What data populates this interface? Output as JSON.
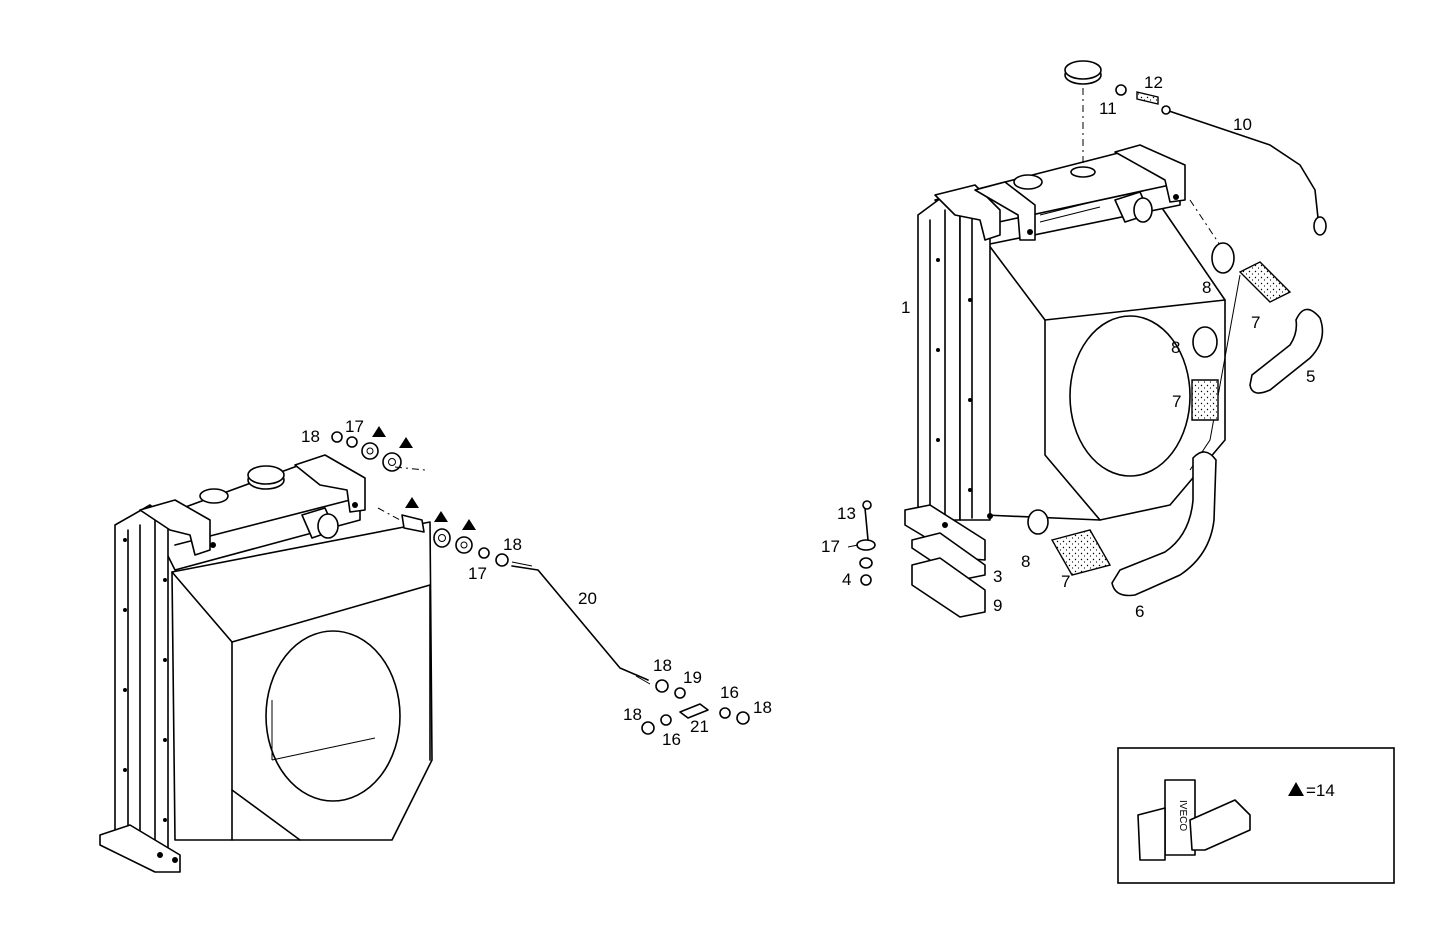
{
  "diagram": {
    "legend": {
      "symbol": "▲",
      "text": "=14"
    },
    "inset_brand_text": "IVECO",
    "callouts": [
      {
        "id": "c1",
        "text": "1"
      },
      {
        "id": "c3",
        "text": "3"
      },
      {
        "id": "c4",
        "text": "4"
      },
      {
        "id": "c5",
        "text": "5"
      },
      {
        "id": "c6",
        "text": "6"
      },
      {
        "id": "c7a",
        "text": "7"
      },
      {
        "id": "c7b",
        "text": "7"
      },
      {
        "id": "c7c",
        "text": "7"
      },
      {
        "id": "c8a",
        "text": "8"
      },
      {
        "id": "c8b",
        "text": "8"
      },
      {
        "id": "c8c",
        "text": "8"
      },
      {
        "id": "c9",
        "text": "9"
      },
      {
        "id": "c10",
        "text": "10"
      },
      {
        "id": "c11",
        "text": "11"
      },
      {
        "id": "c12",
        "text": "12"
      },
      {
        "id": "c13",
        "text": "13"
      },
      {
        "id": "c17r",
        "text": "17"
      },
      {
        "id": "c18a",
        "text": "18"
      },
      {
        "id": "c17a",
        "text": "17"
      },
      {
        "id": "c18b",
        "text": "18"
      },
      {
        "id": "c17b",
        "text": "17"
      },
      {
        "id": "c20",
        "text": "20"
      },
      {
        "id": "c18c",
        "text": "18"
      },
      {
        "id": "c19",
        "text": "19"
      },
      {
        "id": "c16a",
        "text": "16"
      },
      {
        "id": "c18d",
        "text": "18"
      },
      {
        "id": "c18e",
        "text": "18"
      },
      {
        "id": "c21",
        "text": "21"
      },
      {
        "id": "c16b",
        "text": "16"
      }
    ]
  }
}
